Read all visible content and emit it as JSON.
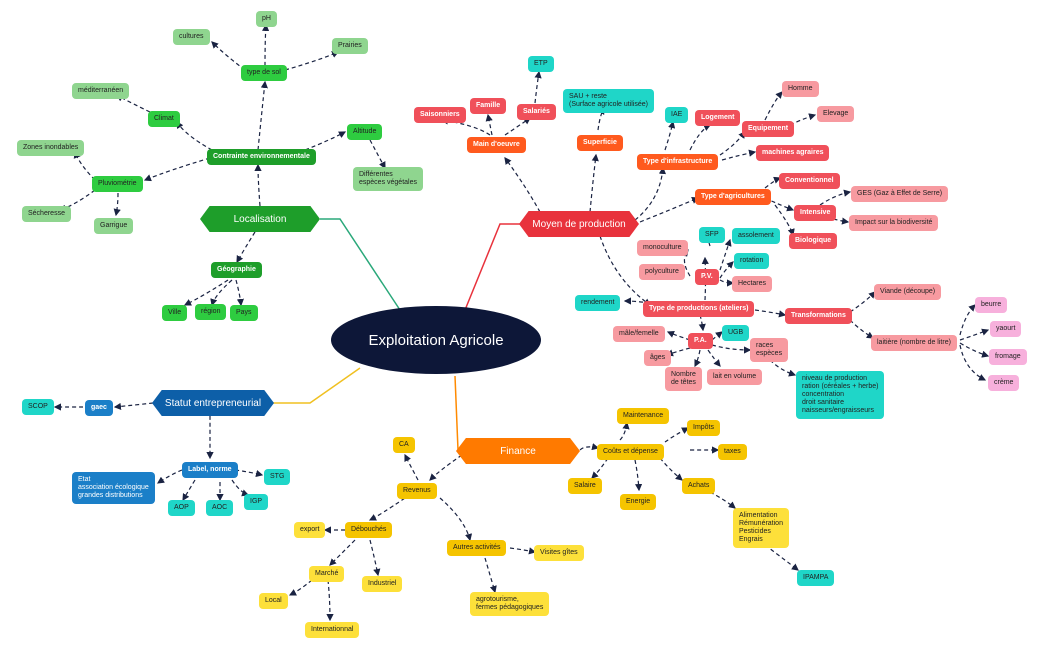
{
  "center": "Exploitation Agricole",
  "branches": {
    "localisation": "Localisation",
    "moyen": "Moyen de production",
    "statut": "Statut entrepreneurial",
    "finance": "Finance"
  },
  "loc": {
    "type_sol": "type de sol",
    "ph": "pH",
    "cultures": "cultures",
    "prairies": "Prairies",
    "mediterraneen": "méditerranéen",
    "climat": "Climat",
    "contrainte": "Contrainte environnementale",
    "altitude": "Altitude",
    "especes": "Différentes\nespèces végétales",
    "zones": "Zones inondables",
    "pluvio": "Pluviométrie",
    "secheresse": "Sécheresse",
    "garrigue": "Garrigue",
    "geo": "Géographie",
    "ville": "Ville",
    "region": "région",
    "pays": "Pays"
  },
  "moyen": {
    "etp": "ETP",
    "saisonniers": "Saisonniers",
    "famille": "Famille",
    "salaries": "Salariés",
    "main": "Main d'oeuvre",
    "sau": "SAU + reste\n(Surface agricole utilisée)",
    "superficie": "Superficie",
    "iae": "IAE",
    "logement": "Logement",
    "homme": "Homme",
    "equipement": "Equipement",
    "elevage": "Elevage",
    "machines": "machines agraires",
    "infra": "Type d'infrastructure",
    "conventionnel": "Conventionnel",
    "type_agri": "Type d'agricultures",
    "ges": "GES (Gaz à Effet de Serre)",
    "intensive": "Intensive",
    "impact": "Impact sur la biodiversité",
    "bio": "Biologique",
    "sfp": "SFP",
    "assolement": "assolement",
    "monoculture": "monoculture",
    "polyculture": "polyculture",
    "pv": "P.V.",
    "rotation": "rotation",
    "hectares": "Hectares",
    "rendement": "rendement",
    "type_prod": "Type de productions (ateliers)",
    "transfo": "Transformations",
    "viande": "Viande (découpe)",
    "beurre": "beurre",
    "laitiere": "laitière (nombre de litre)",
    "yaourt": "yaourt",
    "fromage": "fromage",
    "creme": "crème",
    "male": "mâle/femelle",
    "pa": "P.A.",
    "ugb": "UGB",
    "ages": "âges",
    "races": "races\nespèces",
    "tetes": "Nombre\nde têtes",
    "lait": "lait en volume",
    "niveau": "niveau de production\nration (céréales + herbe)\nconcentration\ndroit sanitaire\nnaisseurs/engraisseurs"
  },
  "statut": {
    "scop": "SCOP",
    "gaec": "gaec",
    "label": "Label, norme",
    "stg": "STG",
    "etat": "Etat\nassociation écologique\ngrandes distributions",
    "aop": "AOP",
    "aoc": "AOC",
    "igp": "IGP"
  },
  "finance": {
    "maintenance": "Maintenance",
    "impots": "Impôts",
    "ca": "CA",
    "couts": "Coûts et dépense",
    "taxes": "taxes",
    "salaire": "Salaire",
    "energie": "Energie",
    "achats": "Achats",
    "revenus": "Revenus",
    "alimentation": "Alimentation\nRémunération\nPesticides\nEngrais",
    "export": "export",
    "debouches": "Débouchés",
    "autres": "Autres activités",
    "visites": "Visites gîtes",
    "marche": "Marché",
    "industriel": "Industriel",
    "local": "Local",
    "agrotourisme": "agrotourisme,\nfermes pédagogiques",
    "ipampa": "IPAMPA",
    "international": "Internationnal"
  },
  "colors": {
    "localisation": "#1e9e2a",
    "moyen": "#e8323c",
    "statut": "#0d5fa8",
    "finance": "#ff7a00",
    "center": "#0d1738"
  }
}
